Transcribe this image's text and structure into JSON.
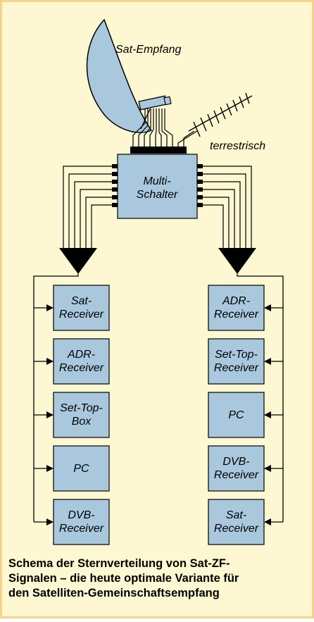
{
  "colors": {
    "background": "#fdf7d2",
    "border": "#f5d38c",
    "box_fill": "#a9c8dd",
    "line": "#000000"
  },
  "labels": {
    "sat_empfang": "Sat-Empfang",
    "terrestrisch": "terrestrisch",
    "multischalter_line1": "Multi-",
    "multischalter_line2": "Schalter"
  },
  "left_column": [
    {
      "line1": "Sat-",
      "line2": "Receiver"
    },
    {
      "line1": "ADR-",
      "line2": "Receiver"
    },
    {
      "line1": "Set-Top-",
      "line2": "Box"
    },
    {
      "line1": "PC",
      "line2": ""
    },
    {
      "line1": "DVB-",
      "line2": "Receiver"
    }
  ],
  "right_column": [
    {
      "line1": "ADR-",
      "line2": "Receiver"
    },
    {
      "line1": "Set-Top-",
      "line2": "Receiver"
    },
    {
      "line1": "PC",
      "line2": ""
    },
    {
      "line1": "DVB-",
      "line2": "Receiver"
    },
    {
      "line1": "Sat-",
      "line2": "Receiver"
    }
  ],
  "caption": {
    "line1": "Schema der Sternverteilung von Sat-ZF-",
    "line2": "Signalen – die heute optimale Variante für",
    "line3": "den Satelliten-Gemeinschaftsempfang"
  }
}
